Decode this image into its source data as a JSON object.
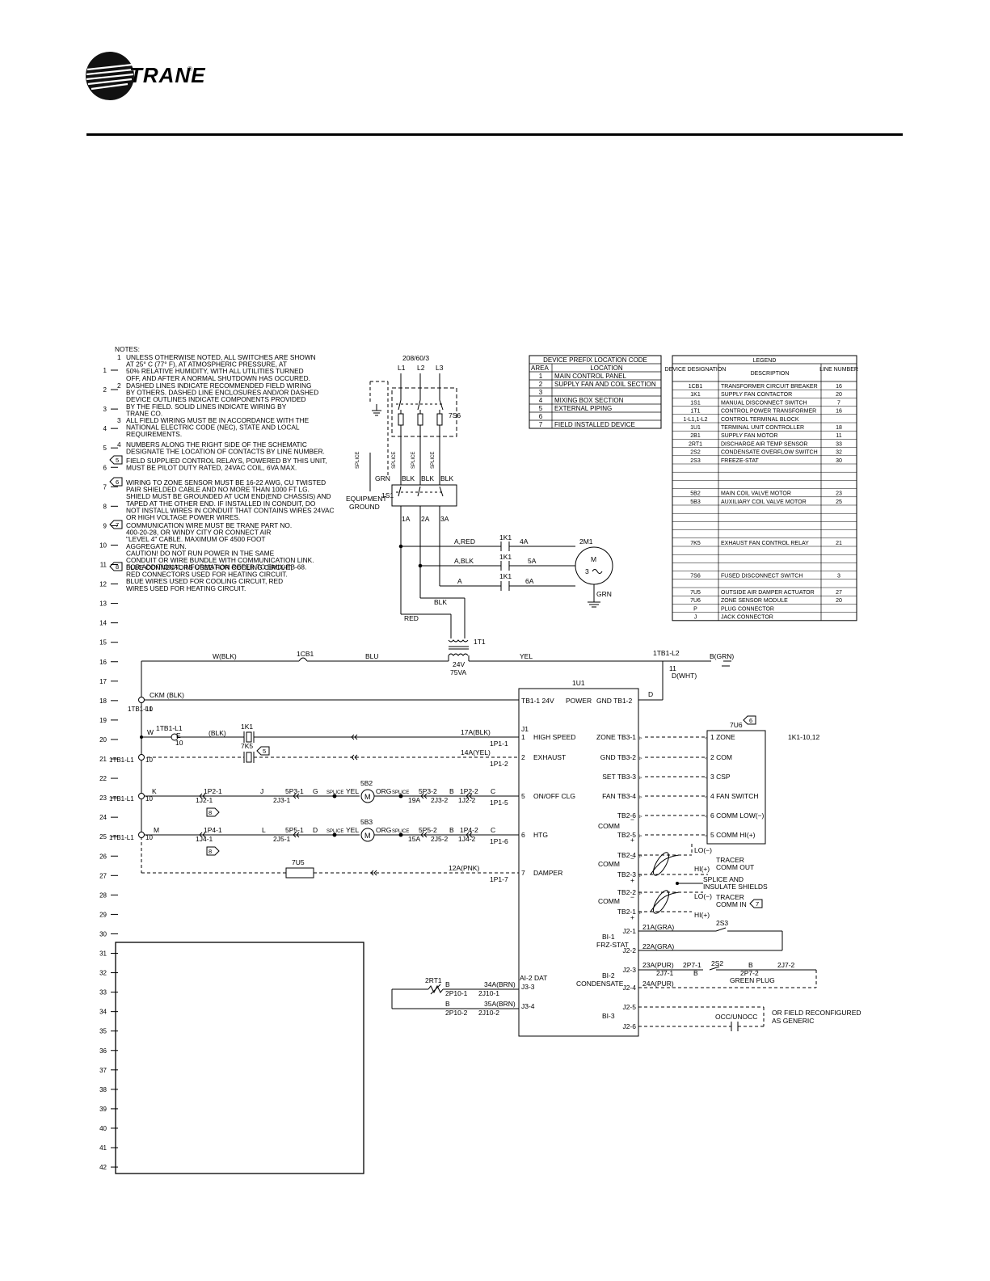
{
  "header": {
    "brand": "TRANE",
    "trademark": "®"
  },
  "notes": {
    "title": "NOTES:",
    "items": [
      {
        "num": "1",
        "lines": [
          "UNLESS OTHERWISE NOTED, ALL SWITCHES ARE SHOWN",
          "AT 25° C (77° F), AT ATMOSPHERIC PRESSURE, AT",
          "50% RELATIVE HUMIDITY, WITH ALL UTILITIES TURNED",
          "OFF, AND AFTER A NORMAL SHUTDOWN HAS OCCURED."
        ]
      },
      {
        "num": "2",
        "lines": [
          "DASHED LINES INDICATE RECOMMENDED FIELD WIRING",
          "BY OTHERS. DASHED LINE ENCLOSURES AND/OR DASHED",
          "DEVICE OUTLINES INDICATE COMPONENTS PROVIDED",
          "BY THE FIELD.  SOLID LINES INDICATE WIRING BY",
          "TRANE CO."
        ]
      },
      {
        "num": "3",
        "lines": [
          "ALL FIELD WIRING MUST BE IN ACCORDANCE WITH THE",
          "NATIONAL ELECTRIC CODE (NEC), STATE AND LOCAL",
          "REQUIREMENTS."
        ]
      },
      {
        "num": "4",
        "lines": [
          "NUMBERS ALONG THE RIGHT SIDE OF THE SCHEMATIC",
          "DESIGNATE THE LOCATION OF CONTACTS BY LINE NUMBER."
        ]
      },
      {
        "num": "5",
        "lines": [
          "FIELD SUPPLIED CONTROL RELAYS, POWERED BY THIS UNIT,",
          "MUST BE PILOT DUTY RATED, 24VAC COIL, 6VA MAX."
        ]
      },
      {
        "num": "6",
        "lines": [
          "WIRING TO ZONE SENSOR MUST BE 16-22 AWG, CU TWISTED",
          "PAIR SHIELDED CABLE AND NO MORE THAN 1000 FT LG.",
          "SHIELD MUST BE GROUNDED AT UCM END(END CHASSIS) AND",
          "TAPED AT THE OTHER END.  IF INSTALLED IN CONDUIT, DO",
          "NOT INSTALL WIRES IN CONDUIT THAT CONTAINS WIRES 24VAC",
          "OR HIGH VOLTAGE POWER WIRES."
        ]
      },
      {
        "num": "7",
        "lines": [
          "COMMUNICATION WIRE MUST BE TRANE PART NO.",
          "400-20-28, OR WINDY CITY OR CONNECT AIR",
          "\"LEVEL 4\" CABLE.  MAXIMUM OF 4500 FOOT",
          "AGGREGATE RUN.",
          "CAUTION!  DO NOT RUN POWER IN THE SAME",
          "CONDUIT OR WIRE BUNDLE WITH COMMUNICATION LINK.",
          "FOR ADDITIONAL INFORMATION REFER TO EMIX-EB-68."
        ]
      },
      {
        "num": "8",
        "lines": [
          "BLUE CONNECTORS USED FOR COOLING CIRCUIT,",
          "RED CONNECTORS USED FOR HEATING CIRCUIT.",
          "BLUE WIRES USED FOR COOLING CIRCUIT, RED",
          "WIRES USED FOR HEATING CIRCUIT."
        ]
      }
    ]
  },
  "line_numbers": [
    "1",
    "2",
    "3",
    "4",
    "5",
    "6",
    "7",
    "8",
    "9",
    "10",
    "11",
    "12",
    "13",
    "14",
    "15",
    "16",
    "17",
    "18",
    "19",
    "20",
    "21",
    "22",
    "23",
    "24",
    "25",
    "26",
    "27",
    "28",
    "29",
    "30",
    "31",
    "32",
    "33",
    "34",
    "35",
    "36",
    "37",
    "38",
    "39",
    "40",
    "41",
    "42"
  ],
  "prefix_table": {
    "title": "DEVICE PREFIX LOCATION CODE",
    "headers": [
      "AREA",
      "LOCATION"
    ],
    "rows": [
      [
        "1",
        "MAIN CONTROL PANEL"
      ],
      [
        "2",
        "SUPPLY FAN AND COIL SECTION"
      ],
      [
        "3",
        ""
      ],
      [
        "4",
        "MIXING BOX SECTION"
      ],
      [
        "5",
        "EXTERNAL PIPING"
      ],
      [
        "6",
        ""
      ],
      [
        "7",
        "FIELD INSTALLED DEVICE"
      ]
    ]
  },
  "legend_table": {
    "title": "LEGEND",
    "headers": [
      "DEVICE DESIGNATION",
      "DESCRIPTION",
      "LINE NUMBER"
    ],
    "rows": [
      [
        "1CB1",
        "TRANSFORMER CIRCUIT BREAKER",
        "16"
      ],
      [
        "1K1",
        "SUPPLY FAN CONTACTOR",
        "20"
      ],
      [
        "1S1",
        "MANUAL DISCONNECT SWITCH",
        "7"
      ],
      [
        "1T1",
        "CONTROL POWER TRANSFORMER",
        "16"
      ],
      [
        "1-L1,1-L2",
        "CONTROL TERMINAL BLOCK",
        ""
      ],
      [
        "1U1",
        "TERMINAL UNIT CONTROLLER",
        "18"
      ],
      [
        "2B1",
        "SUPPLY FAN MOTOR",
        "11"
      ],
      [
        "2RT1",
        "DISCHARGE AIR TEMP SENSOR",
        "33"
      ],
      [
        "2S2",
        "CONDENSATE OVERFLOW SWITCH",
        "32"
      ],
      [
        "2S3",
        "FREEZE-STAT",
        "30"
      ],
      [
        "",
        "",
        ""
      ],
      [
        "",
        "",
        ""
      ],
      [
        "",
        "",
        ""
      ],
      [
        "5B2",
        "MAIN COIL VALVE MOTOR",
        "23"
      ],
      [
        "5B3",
        "AUXILIARY COIL VALVE MOTOR",
        "25"
      ],
      [
        "",
        "",
        ""
      ],
      [
        "",
        "",
        ""
      ],
      [
        "",
        "",
        ""
      ],
      [
        "",
        "",
        ""
      ],
      [
        "7K5",
        "EXHAUST FAN CONTROL RELAY",
        "21"
      ],
      [
        "",
        "",
        ""
      ],
      [
        "",
        "",
        ""
      ],
      [
        "",
        "",
        ""
      ],
      [
        "7S6",
        "FUSED DISCONNECT SWITCH",
        "3"
      ],
      [
        "",
        "",
        ""
      ],
      [
        "7U5",
        "OUTSIDE AIR DAMPER ACTUATOR",
        "27"
      ],
      [
        "7U6",
        "ZONE SENSOR MODULE",
        "20"
      ],
      [
        "P",
        "PLUG CONNECTOR",
        ""
      ],
      [
        "J",
        "JACK CONNECTOR",
        ""
      ]
    ]
  },
  "power": {
    "supply": "208/60/3",
    "phases": [
      "L1",
      "L2",
      "L3"
    ],
    "disconnect_7s6": "7S6",
    "disconnect_1s1": "1S1",
    "splice": "SPLICE",
    "wire_grn": "GRN",
    "wire_blk": "BLK",
    "ground_lines": [
      "EQUIPMENT",
      "GROUND"
    ],
    "terminals": [
      "1A",
      "2A",
      "3A"
    ],
    "wires": [
      "A,RED",
      "A,BLK",
      "A"
    ],
    "contactor": "1K1",
    "motor_wires": [
      "4A",
      "5A",
      "6A"
    ],
    "motor": "2M1",
    "motor_m": "M",
    "motor_phase": "3",
    "motor_gnd": "GRN",
    "blk": "BLK",
    "red": "RED"
  },
  "transformer": {
    "name": "1T1",
    "volts": "24V",
    "va": "75VA",
    "breaker": "1CB1",
    "w_blk": "W(BLK)",
    "blu": "BLU",
    "yel": "YEL",
    "tb": "1TB1-L2",
    "ground": "B(GRN)",
    "pin": "11",
    "d_wht": "D(WHT)",
    "d": "D"
  },
  "controller": {
    "name": "1U1",
    "power_left": "TB1-1 24V",
    "power_label": "POWER",
    "power_right": "GND TB1-2",
    "j1": "J1",
    "ckm": "CKM (BLK)",
    "inputs": [
      {
        "num": "1",
        "label": "HIGH SPEED",
        "wire": "17A(BLK)",
        "plug": "1P1-1"
      },
      {
        "num": "2",
        "label": "EXHAUST",
        "wire": "14A(YEL)",
        "plug": "1P1-2"
      },
      {
        "num": "5",
        "label": "ON/OFF CLG",
        "wire": "C",
        "plug": "1P1-5"
      },
      {
        "num": "6",
        "label": "HTG",
        "wire": "C",
        "plug": "1P1-6"
      },
      {
        "num": "7",
        "label": "DAMPER",
        "wire": "12A(PNK)",
        "plug": "1P1-7"
      }
    ],
    "ai2": "AI-2 DAT",
    "j3": [
      "J3-3",
      "J3-4"
    ],
    "right_terms": [
      "ZONE TB3-1",
      "GND TB3-2",
      "SET TB3-3",
      "FAN TB3-4",
      "TB2-6",
      "TB2-5",
      "TB2-4",
      "TB2-3",
      "TB2-2",
      "TB2-1"
    ],
    "comm": "COMM",
    "minus": "−",
    "plus": "+",
    "j2": [
      "J2-1",
      "J2-2",
      "J2-3",
      "J2-4",
      "J2-5",
      "J2-6"
    ],
    "bi1": "BI-1",
    "frz": "FRZ-STAT",
    "bi2": "BI-2",
    "condensate": "CONDENSATE",
    "bi3": "BI-3"
  },
  "circuits": {
    "tb_l1": "1TB1-L1",
    "pin10": "10",
    "w": "W",
    "k1_tb": "1TB1-L1",
    "e": "E",
    "blk": "(BLK)",
    "k1": "1K1",
    "k5": "7K5",
    "k": "K",
    "p2_1": "1P2-1",
    "j2_1": "1J2-1",
    "j": "J",
    "p3_1": "5P3-1",
    "j3_1": "2J3-1",
    "g": "G",
    "splice": "SPLICE",
    "yel": "YEL",
    "org": "ORG",
    "b2": "5B2",
    "m": "M",
    "p3_2": "5P3-2",
    "j3_2": "2J3-2",
    "a19": "19A",
    "b": "B",
    "p2_2": "1P2-2",
    "j2_2": "1J2-2",
    "c": "C",
    "mm": "M",
    "p4_1": "1P4-1",
    "j4_1": "1J4-1",
    "l": "L",
    "p5_1": "5P5-1",
    "j5_1": "2J5-1",
    "b3": "5B3",
    "p5_2": "5P5-2",
    "j5_2": "2J5-2",
    "a15": "15A",
    "p4_2": "1P4-2",
    "j4_2": "1J4-2",
    "damper": "7U5",
    "n5": "5",
    "n8": "8"
  },
  "zone_sensor": {
    "name": "7U6",
    "note": "6",
    "items": [
      "1 ZONE",
      "2 COM",
      "3 CSP",
      "4 FAN SWITCH",
      "6 COMM LOW(−)",
      "5 COMM HI(+)"
    ],
    "k1_ref": "1K1-10,12"
  },
  "comm": {
    "lo": "LO(−)",
    "hi": "HI(+)",
    "tracer_out": [
      "TRACER",
      "COMM OUT"
    ],
    "splice": [
      "SPLICE AND",
      "INSULATE SHIELDS"
    ],
    "tracer_in": [
      "TRACER",
      "COMM IN"
    ],
    "note": "7"
  },
  "binary": {
    "a21": "21A(GRA)",
    "a22": "22A(GRA)",
    "s3": "2S3",
    "a23": "23A(PUR)",
    "p7_1": "2P7-1",
    "j7_1": "2J7-1",
    "s2": "2S2",
    "b": "B",
    "j7_2": "2J7-2",
    "p7_2": "2P7-2",
    "green_plug": "GREEN PLUG",
    "a24": "24A(PUR)",
    "occ": "OCC/UNOCC",
    "generic": [
      "OR FIELD RECONFIGURED",
      "AS GENERIC"
    ]
  },
  "sensor": {
    "name": "2RT1",
    "b": "B",
    "p10_1": "2P10-1",
    "j10_1": "2J10-1",
    "a34": "34A(BRN)",
    "p10_2": "2P10-2",
    "j10_2": "2J10-2",
    "a35": "35A(BRN)"
  }
}
